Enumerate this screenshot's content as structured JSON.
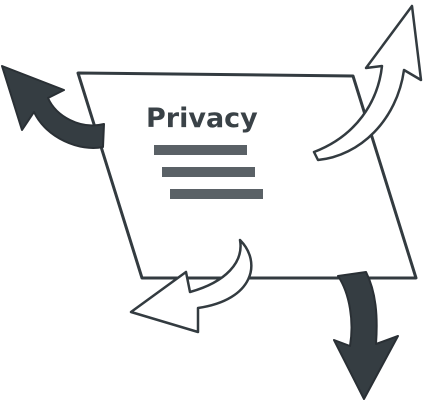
{
  "document": {
    "title": "Privacy",
    "text_line_count": 3
  },
  "arrows": [
    {
      "name": "dark-arrow-top-left",
      "style": "filled",
      "direction": "up-left"
    },
    {
      "name": "outline-arrow-top-right",
      "style": "outline",
      "direction": "up-right"
    },
    {
      "name": "outline-arrow-bottom-left",
      "style": "outline",
      "direction": "down-left"
    },
    {
      "name": "dark-arrow-bottom-right",
      "style": "filled",
      "direction": "down"
    }
  ],
  "colors": {
    "stroke": "#333b40",
    "dark_fill": "#353d42",
    "text_lines": "#5a6166",
    "title": "#3a4247",
    "paper": "#ffffff"
  }
}
